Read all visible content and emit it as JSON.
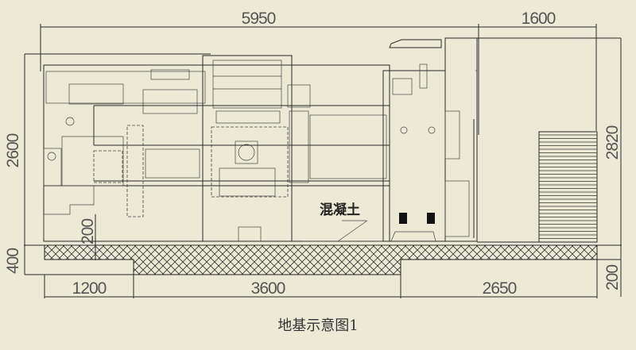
{
  "dimensions": {
    "total_length": "5950",
    "pile_length": "1600",
    "machine_height": "2600",
    "total_height": "2820",
    "foundation_depth": "400",
    "pit_step_left": "200",
    "pit_step_right": "200",
    "segment_left": "1200",
    "segment_middle": "3600",
    "segment_right": "2650"
  },
  "labels": {
    "concrete": "混凝土",
    "title": "地基示意图1"
  },
  "colors": {
    "background": "#ECEAD7",
    "line": "#2a2a2a"
  }
}
